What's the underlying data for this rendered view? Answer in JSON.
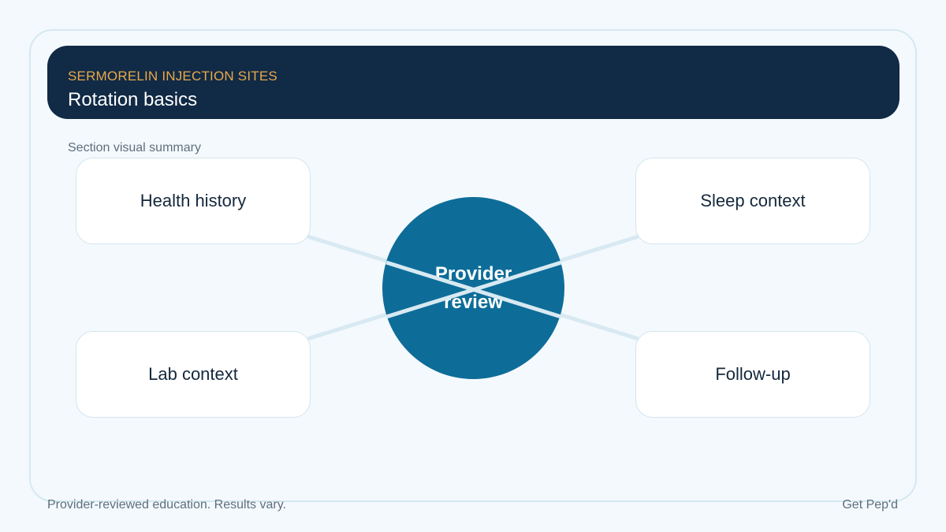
{
  "header": {
    "eyebrow": "SERMORELIN INJECTION SITES",
    "title": "Rotation basics"
  },
  "caption": "Section visual summary",
  "diagram": {
    "hub": {
      "line1": "Provider",
      "line2": "review"
    },
    "nodes": [
      {
        "label": "Health history"
      },
      {
        "label": "Sleep context"
      },
      {
        "label": "Lab context"
      },
      {
        "label": "Follow-up"
      }
    ]
  },
  "footer": {
    "disclaimer": "Provider-reviewed education. Results vary.",
    "brand": "Get Pep'd"
  },
  "colors": {
    "header_bg": "#112a45",
    "eyebrow": "#e9a94a",
    "hub": "#0d6d98",
    "connector": "#d8e9f2"
  }
}
